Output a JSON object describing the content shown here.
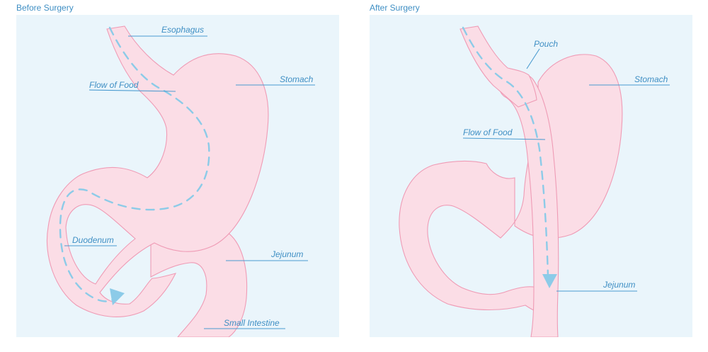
{
  "panels": {
    "before": {
      "title": "Before Surgery",
      "labels": {
        "esophagus": "Esophagus",
        "flow": "Flow of Food",
        "stomach": "Stomach",
        "duodenum": "Duodenum",
        "jejunum": "Jejunum",
        "small_intestine": "Small Intestine"
      }
    },
    "after": {
      "title": "After Surgery",
      "labels": {
        "pouch": "Pouch",
        "stomach": "Stomach",
        "flow": "Flow of Food",
        "jejunum": "Jejunum"
      }
    }
  },
  "colors": {
    "background": "#eaf5fb",
    "organ_fill": "#fbdde6",
    "organ_stroke": "#ef9bb5",
    "flow": "#8ccbe8",
    "label": "#3f8fc4"
  }
}
